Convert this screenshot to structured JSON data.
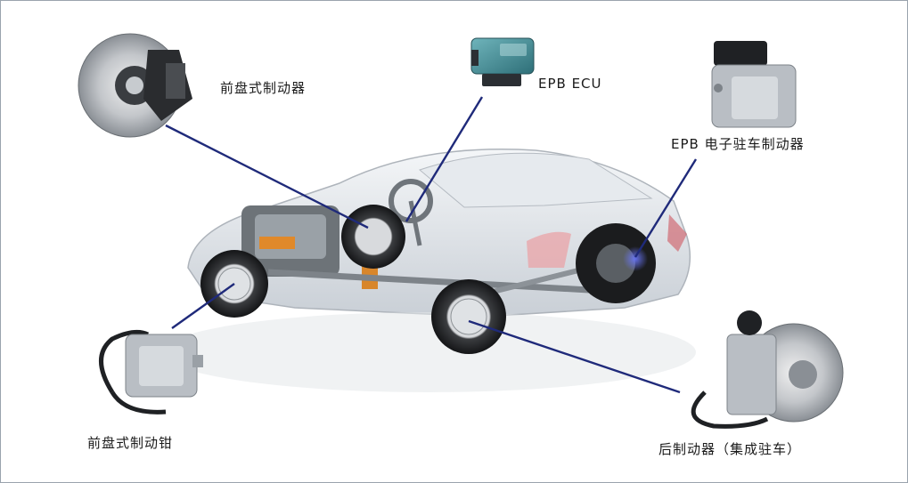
{
  "labels": {
    "front_disc_brake": "前盘式制动器",
    "epb_ecu": "EPB ECU",
    "epb_parking_brake": "EPB 电子驻车制动器",
    "front_disc_caliper": "前盘式制动钳",
    "rear_brake_integrated": "后制动器（集成驻车）"
  },
  "colors": {
    "leader_line": "#1f2a7a",
    "car_body": "#d9dde2",
    "ecu_body": "#3f8c95",
    "caliper_metal": "#b9bec4"
  }
}
